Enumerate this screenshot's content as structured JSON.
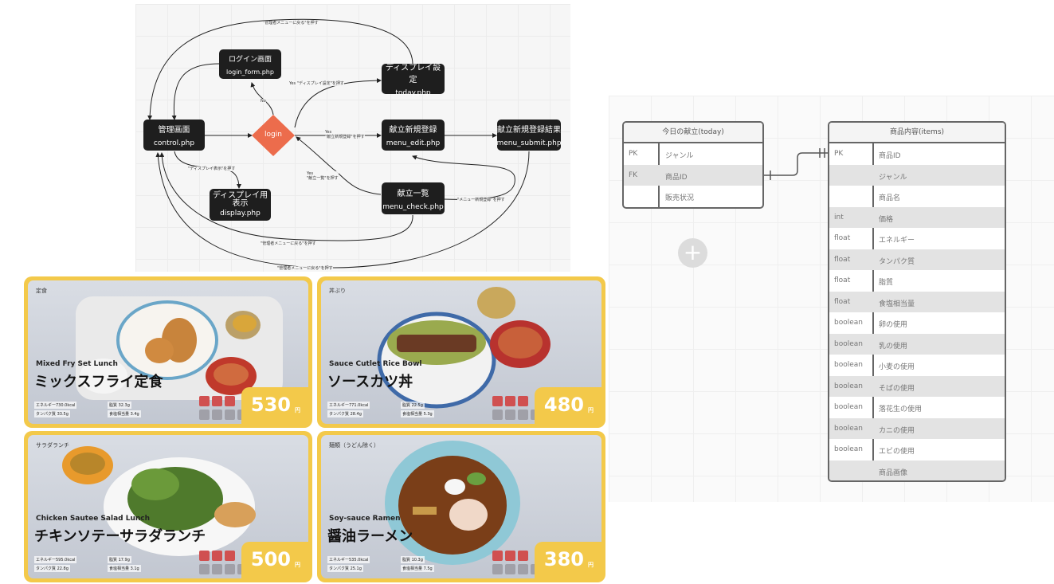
{
  "flowchart": {
    "nodes": {
      "login_screen": {
        "title": "ログイン画面",
        "file": "login_form.php"
      },
      "display_settings": {
        "title": "ディスプレイ設定",
        "file": "today.php"
      },
      "admin": {
        "title": "管理画面",
        "file": "control.php"
      },
      "login": {
        "title": "login"
      },
      "menu_register": {
        "title": "献立新規登録",
        "file": "menu_edit.php"
      },
      "menu_result": {
        "title": "献立新規登録結果",
        "file": "menu_submit.php"
      },
      "display_view": {
        "title": "ディスプレイ用\n表示",
        "file": "display.php"
      },
      "menu_list": {
        "title": "献立一覧",
        "file": "menu_check.php"
      }
    },
    "edge_labels": {
      "back_top": "\"管理者メニューに戻る\"を押す",
      "no": "No",
      "yes_display": "Yes \"ディスプレイ設定\"を押す",
      "yes_register": "Yes\n\"献立新規登録\"を押す",
      "yes_list": "Yes\n\"献立一覧\"を押す",
      "press_display": "\"ディスプレイ表示\"を押す",
      "press_new_menu": "\"メニュー新規登録\"を押す",
      "back_from_list": "\"管理者メニューに戻る\"を押す",
      "back_from_result": "\"管理者メニューに戻る\"を押す"
    }
  },
  "cards": [
    {
      "category": "定食",
      "name_en": "Mixed Fry Set Lunch",
      "name_jp": "ミックスフライ定食",
      "nutrition": [
        "エネルギー730.0kcal",
        "脂質 32.3g",
        "タンパク質 33.5g",
        "食塩相当量 3.4g"
      ],
      "price": "530",
      "yen": "円"
    },
    {
      "category": "丼ぶり",
      "name_en": "Sauce Cutlet Rice Bowl",
      "name_jp": "ソースカツ丼",
      "nutrition": [
        "エネルギー771.0kcal",
        "脂質 22.5g",
        "タンパク質 28.4g",
        "食塩相当量 5.3g"
      ],
      "price": "480",
      "yen": "円"
    },
    {
      "category": "サラダランチ",
      "name_en": "Chicken Sautee Salad Lunch",
      "name_jp": "チキンソテーサラダランチ",
      "nutrition": [
        "エネルギー595.0kcal",
        "脂質 17.9g",
        "タンパク質 22.8g",
        "食塩相当量 3.1g"
      ],
      "price": "500",
      "yen": "円"
    },
    {
      "category": "麺類（うどん除く）",
      "name_en": "Soy-sauce Ramen",
      "name_jp": "醤油ラーメン",
      "nutrition": [
        "エネルギー535.0kcal",
        "脂質 10.3g",
        "タンパク質 25.1g",
        "食塩相当量 7.5g"
      ],
      "price": "380",
      "yen": "円"
    }
  ],
  "er": {
    "today": {
      "title": "今日の献立(today)",
      "rows": [
        [
          "PK",
          "ジャンル"
        ],
        [
          "FK",
          "商品ID"
        ],
        [
          "",
          "販売状況"
        ]
      ]
    },
    "items": {
      "title": "商品内容(items)",
      "rows": [
        [
          "PK",
          "商品ID"
        ],
        [
          "",
          "ジャンル"
        ],
        [
          "",
          "商品名"
        ],
        [
          "int",
          "価格"
        ],
        [
          "float",
          "エネルギー"
        ],
        [
          "float",
          "タンパク質"
        ],
        [
          "float",
          "脂質"
        ],
        [
          "float",
          "食塩相当量"
        ],
        [
          "boolean",
          "卵の使用"
        ],
        [
          "boolean",
          "乳の使用"
        ],
        [
          "boolean",
          "小麦の使用"
        ],
        [
          "boolean",
          "そばの使用"
        ],
        [
          "boolean",
          "落花生の使用"
        ],
        [
          "boolean",
          "カニの使用"
        ],
        [
          "boolean",
          "エビの使用"
        ],
        [
          "",
          "商品画像"
        ]
      ]
    },
    "add_symbol": "+"
  }
}
